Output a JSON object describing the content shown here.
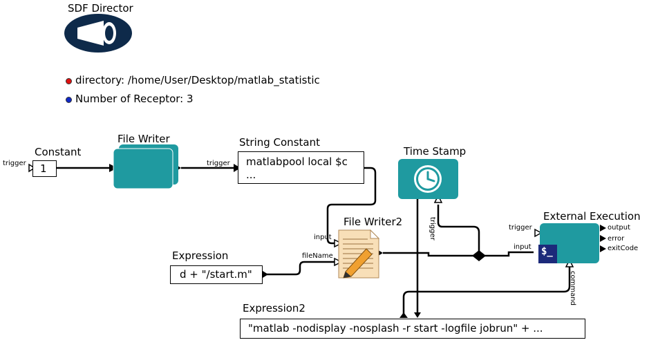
{
  "director": {
    "label": "SDF Director"
  },
  "parameters": [
    {
      "text": "directory: /home/User/Desktop/matlab_statistic",
      "color": "#e01010"
    },
    {
      "text": "Number of Receptor: 3",
      "color": "#1028c8"
    }
  ],
  "actors": {
    "constant": {
      "title": "Constant",
      "value": "1",
      "port_trigger": "trigger"
    },
    "file_writer": {
      "title": "File Writer"
    },
    "string_constant": {
      "title": "String Constant",
      "line1": "matlabpool local $c",
      "line2": "...",
      "port_trigger": "trigger"
    },
    "time_stamp": {
      "title": "Time Stamp",
      "port_trigger": "trigger"
    },
    "file_writer2": {
      "title": "File Writer2",
      "port_input": "input",
      "port_filename": "fileName"
    },
    "expression": {
      "title": "Expression",
      "value": "d + \"/start.m\""
    },
    "expression2": {
      "title": "Expression2",
      "value": "\"matlab -nodisplay -nosplash -r start -logfile jobrun\" + ..."
    },
    "external_execution": {
      "title": "External Execution",
      "port_trigger": "trigger",
      "port_input": "input",
      "port_command": "command",
      "port_output": "output",
      "port_error": "error",
      "port_exitcode": "exitCode"
    }
  },
  "colors": {
    "actor_teal": "#1f9aa0",
    "director_navy": "#0e2a4a",
    "relation_black": "#000000"
  }
}
